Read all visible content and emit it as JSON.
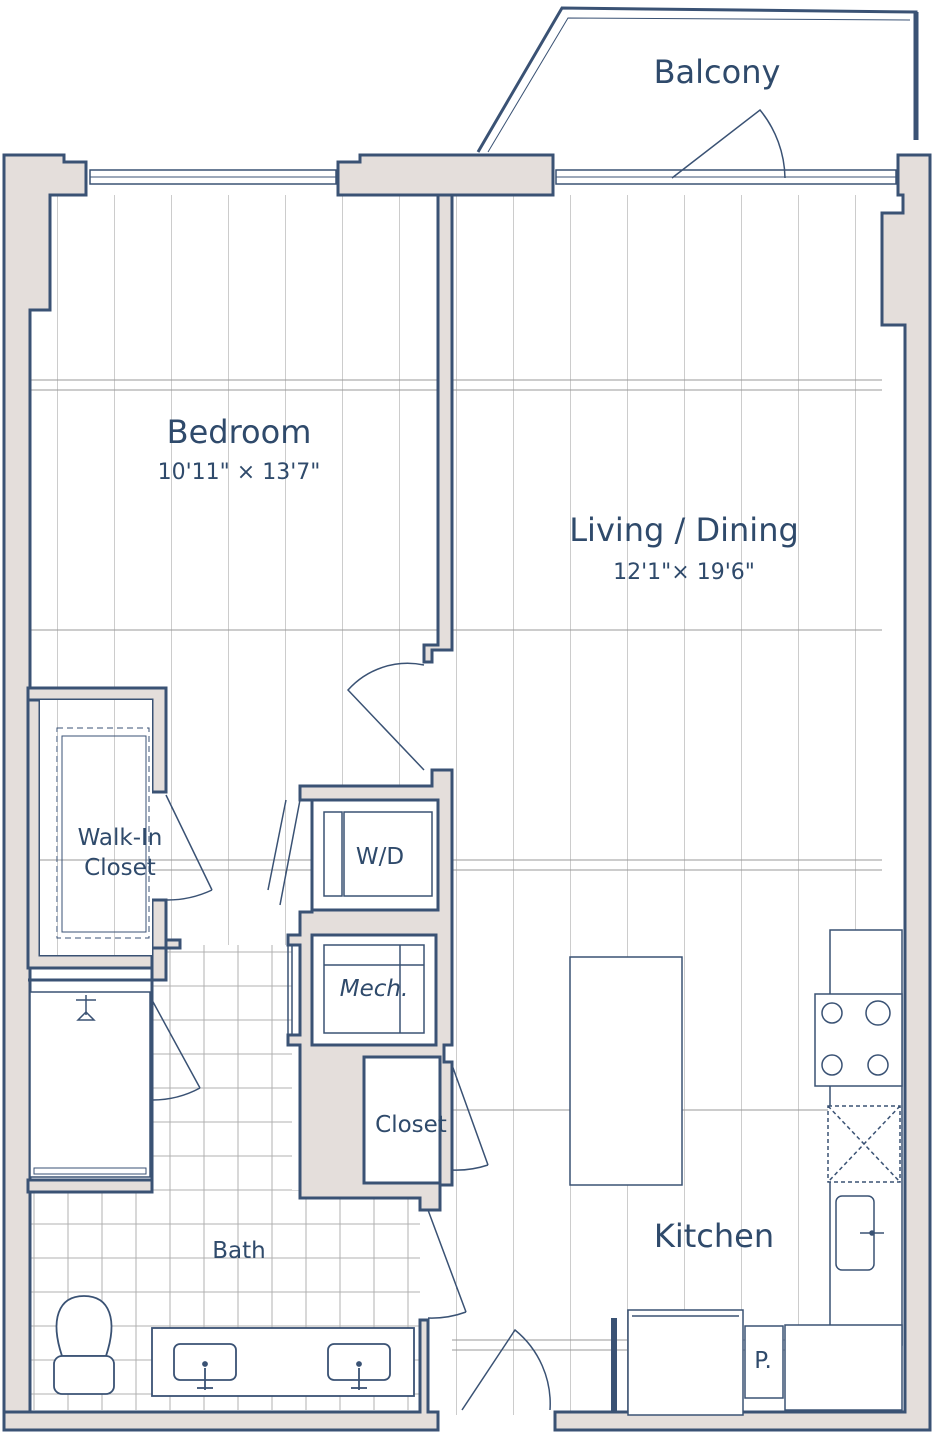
{
  "rooms": {
    "balcony": {
      "name": "Balcony"
    },
    "bedroom": {
      "name": "Bedroom",
      "dimensions": "10'11\" × 13'7\""
    },
    "living_dining": {
      "name": "Living / Dining",
      "dimensions": "12'1\"× 19'6\""
    },
    "walk_in_closet": {
      "name_line1": "Walk-In",
      "name_line2": "Closet"
    },
    "wd": {
      "name": "W/D"
    },
    "mech": {
      "name": "Mech."
    },
    "closet": {
      "name": "Closet"
    },
    "bath": {
      "name": "Bath"
    },
    "kitchen": {
      "name": "Kitchen"
    },
    "pantry": {
      "name": "P."
    }
  },
  "colors": {
    "wall_fill": "#e4dedb",
    "wall_stroke": "#3a5274",
    "floor_lines": "#9a9a9a",
    "text": "#2f4a6b"
  },
  "icons": [
    "toilet-icon",
    "sink-icon",
    "cooktop-icon",
    "kitchen-sink-icon",
    "shower-head-icon"
  ]
}
